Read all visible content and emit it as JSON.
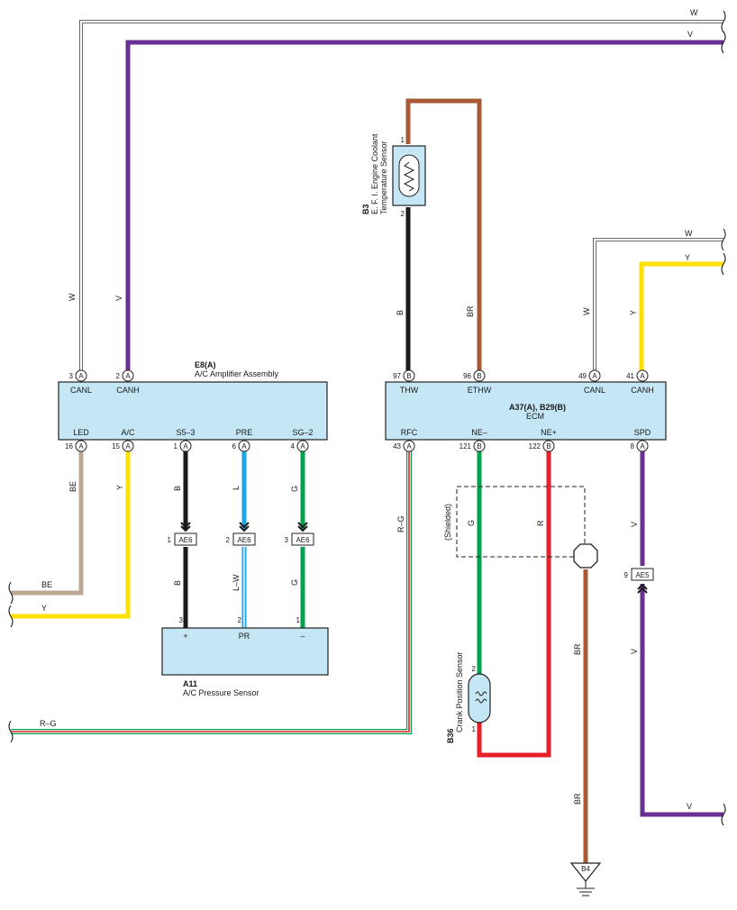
{
  "colors": {
    "V": "#6a2f93",
    "Y": "#ffe100",
    "BE": "#bba994",
    "B": "#1a1a1a",
    "L": "#1ba6e6",
    "G": "#00a24e",
    "BR": "#a95a34",
    "R": "#e5202a",
    "W": "#ffffff",
    "box_fill": "#c5e6f5"
  },
  "wire_labels": {
    "w_top": "W",
    "v_top": "V",
    "w_left": "W",
    "v_left": "V",
    "br_top": "BR",
    "b_thw": "B",
    "w_right": "W",
    "y_right": "Y",
    "w_right_v": "W",
    "y_right_v": "Y",
    "be_led": "BE",
    "y_ac": "Y",
    "b_s53": "B",
    "l_pre": "L",
    "g_sg2": "G",
    "b_lower": "B",
    "lw_lower": "L–W",
    "g_lower": "G",
    "be_left": "BE",
    "y_left": "Y",
    "rg_rfc": "R–G",
    "rg_bottom": "R–G",
    "g_ne": "G",
    "r_ne": "R",
    "shielded": "(Shielded)",
    "br_shield": "BR",
    "br_ground": "BR",
    "v_spd": "V",
    "v_spd_lower": "V",
    "v_bottom_right": "V"
  },
  "components": {
    "amp": {
      "code": "E8(A)",
      "name": "A/C Amplifier Assembly",
      "top_pins": [
        {
          "num": "3",
          "conn": "A",
          "label": "CANL"
        },
        {
          "num": "2",
          "conn": "A",
          "label": "CANH"
        }
      ],
      "bottom_pins": [
        {
          "num": "16",
          "conn": "A",
          "label": "LED"
        },
        {
          "num": "15",
          "conn": "A",
          "label": "A/C"
        },
        {
          "num": "1",
          "conn": "A",
          "label": "S5–3"
        },
        {
          "num": "6",
          "conn": "A",
          "label": "PRE"
        },
        {
          "num": "4",
          "conn": "A",
          "label": "SG–2"
        }
      ]
    },
    "ecm": {
      "code": "A37(A), B29(B)",
      "name": "ECM",
      "top_pins": [
        {
          "num": "97",
          "conn": "B",
          "label": "THW"
        },
        {
          "num": "96",
          "conn": "B",
          "label": "ETHW"
        },
        {
          "num": "49",
          "conn": "A",
          "label": "CANL"
        },
        {
          "num": "41",
          "conn": "A",
          "label": "CANH"
        }
      ],
      "bottom_pins": [
        {
          "num": "43",
          "conn": "A",
          "label": "RFC"
        },
        {
          "num": "121",
          "conn": "B",
          "label": "NE–"
        },
        {
          "num": "122",
          "conn": "B",
          "label": "NE+"
        },
        {
          "num": "8",
          "conn": "A",
          "label": "SPD"
        }
      ]
    },
    "pressure": {
      "code": "A11",
      "name": "A/C Pressure Sensor",
      "pins": [
        {
          "num": "3",
          "label": "+"
        },
        {
          "num": "2",
          "label": "PR"
        },
        {
          "num": "1",
          "label": "–"
        }
      ]
    },
    "coolant": {
      "code": "B3",
      "name_line1": "E. F. I.  Engine Coolant",
      "name_line2": "Temperature Sensor",
      "pin_top": "1",
      "pin_bottom": "2"
    },
    "crank": {
      "code": "B36",
      "name": "Crank Position Sensor",
      "pin_top": "2",
      "pin_bottom": "1"
    },
    "ground": {
      "code": "B4"
    }
  },
  "junctions": {
    "ae6": [
      {
        "pin": "1",
        "label": "AE6"
      },
      {
        "pin": "2",
        "label": "AE6"
      },
      {
        "pin": "3",
        "label": "AE6"
      }
    ],
    "ae5": {
      "pin": "9",
      "label": "AE5"
    }
  }
}
